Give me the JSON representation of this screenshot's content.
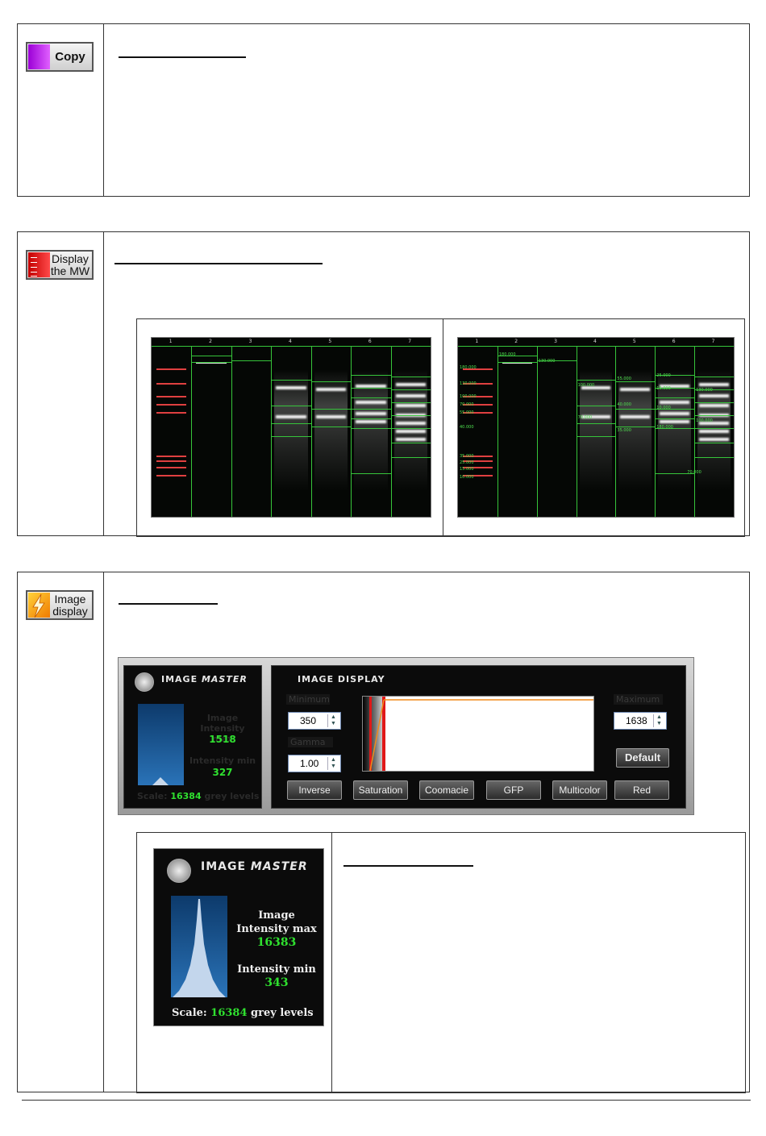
{
  "sections": {
    "copy": {
      "button_label": "Copy",
      "button_color": "#cc22ee"
    },
    "display_mw": {
      "button_label_line1": "Display",
      "button_label_line2": "the MW",
      "button_color": "#e62020"
    },
    "image_display": {
      "button_label_line1": "Image",
      "button_label_line2": "display",
      "button_color": "#f39a1a"
    }
  },
  "gels": {
    "left_lane_numbers": [
      "1",
      "2",
      "3",
      "4",
      "5",
      "6",
      "7"
    ],
    "right_lane_numbers": [
      "1",
      "2",
      "3",
      "4",
      "5",
      "6",
      "7"
    ],
    "mw_labels": [
      "180.000",
      "130.000",
      "100.000",
      "70.000",
      "55.000",
      "40.000",
      "35.000",
      "25.000",
      "15.000",
      "10.000"
    ]
  },
  "image_master_small": {
    "title_a": "IMAGE",
    "title_b": "MASTER",
    "image_label": "Image",
    "intensity_max_label": "Intensity max",
    "intensity_max": "1518",
    "intensity_min_label": "Intensity min",
    "intensity_min": "327",
    "scale_label": "Scale:",
    "scale_value": "16384",
    "scale_unit": "grey levels"
  },
  "image_display_panel": {
    "title": "IMAGE DISPLAY",
    "minimum_label": "Minimum",
    "minimum_value": "350",
    "gamma_label": "Gamma",
    "gamma_value": "1.00",
    "maximum_label": "Maximum",
    "maximum_value": "1638",
    "default_button": "Default",
    "buttons": [
      "Inverse",
      "Saturation",
      "Coomacie",
      "GFP",
      "Multicolor",
      "Red"
    ]
  },
  "image_master_large": {
    "title_a": "IMAGE",
    "title_b": "MASTER",
    "image_label": "Image",
    "intensity_max_label": "Intensity max",
    "intensity_max": "16383",
    "intensity_min_label": "Intensity min",
    "intensity_min": "343",
    "scale_label": "Scale:",
    "scale_value": "16384",
    "scale_unit": "grey levels"
  }
}
